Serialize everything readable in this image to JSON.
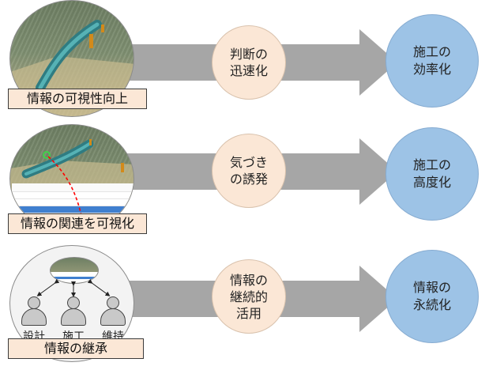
{
  "rows": [
    {
      "label": "情報の可視性向上",
      "middle": [
        "判断の",
        "迅速化"
      ],
      "result": [
        "施工の",
        "効率化"
      ]
    },
    {
      "label": "情報の関連を可視化",
      "middle": [
        "気づき",
        "の誘発"
      ],
      "result": [
        "施工の",
        "高度化"
      ]
    },
    {
      "label": "情報の継承",
      "middle": [
        "情報の",
        "継続的",
        "活用"
      ],
      "result": [
        "情報の",
        "永続化"
      ],
      "roles": [
        "設計",
        "施工",
        "維持"
      ]
    }
  ],
  "colors": {
    "label_fill": "#fbe7d6",
    "middle_fill": "#fbe7d6",
    "result_fill": "#9dc3e6",
    "arrow": "#a6a6a6",
    "curve": "#ff0000"
  }
}
